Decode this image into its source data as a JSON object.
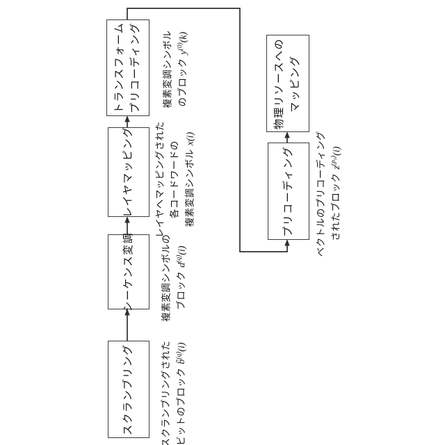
{
  "diagram": {
    "background_color": "#ffffff",
    "line_color": "#2e2e2e",
    "orientation": "rotated-90-ccw",
    "blocks": [
      {
        "name": "scrambling",
        "lines": [
          "スクランブリング"
        ]
      },
      {
        "name": "sequence-modulation",
        "lines": [
          "シーケンス変調"
        ]
      },
      {
        "name": "layer-mapping",
        "lines": [
          "レイヤマッピング"
        ]
      },
      {
        "name": "transform-precoding",
        "lines": [
          "トランスフォーム",
          "プリコーディング"
        ]
      },
      {
        "name": "precoding",
        "lines": [
          "プリコーディング"
        ]
      },
      {
        "name": "physical-resource-mapping",
        "lines": [
          "物理リソースへの",
          "マッピング"
        ]
      }
    ],
    "labels": [
      {
        "name": "scrambled-bits-block",
        "line1": "スクランブリングされた",
        "line2": "ビットのブロック",
        "math": {
          "base": "b̃",
          "sup": "(q)",
          "arg": "(i)"
        }
      },
      {
        "name": "complex-modulation-symbol-block",
        "line1": "複素変調シンボルの",
        "line2": "ブロック",
        "math": {
          "base": "d",
          "sup": "(q)",
          "arg": "(i)"
        }
      },
      {
        "name": "layer-mapped-symbols",
        "line1": "レイヤへマッピングされた",
        "line2": "各コードワードの",
        "line3": "複素変調シンボル",
        "math": {
          "base": "x",
          "sup": "",
          "arg": "(i)"
        }
      },
      {
        "name": "transform-precoded-block",
        "line1": "複素変調シンボル",
        "line2": "のブロック",
        "math": {
          "base": "y",
          "sup": "(0)",
          "arg": "(k)"
        }
      },
      {
        "name": "precoded-vector-block",
        "line1": "ベクトルのプリコーディング",
        "line2": "されたブロック",
        "math": {
          "base": "z",
          "sup": "(p₀)",
          "arg": "(i)"
        }
      }
    ]
  }
}
